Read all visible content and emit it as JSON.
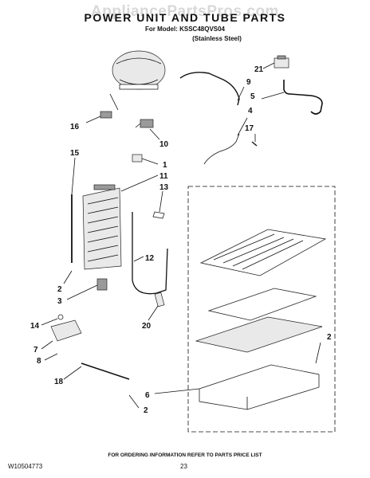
{
  "watermark": "AppliancePartsPros.com",
  "header": {
    "title": "POWER UNIT AND TUBE PARTS",
    "model": "For Model: KSSC48QVS04",
    "variant": "(Stainless Steel)"
  },
  "callouts": [
    {
      "id": "c21",
      "text": "21"
    },
    {
      "id": "c9",
      "text": "9"
    },
    {
      "id": "c5",
      "text": "5"
    },
    {
      "id": "c4",
      "text": "4"
    },
    {
      "id": "c17",
      "text": "17"
    },
    {
      "id": "c16",
      "text": "16"
    },
    {
      "id": "c10",
      "text": "10"
    },
    {
      "id": "c15",
      "text": "15"
    },
    {
      "id": "c1",
      "text": "1"
    },
    {
      "id": "c11",
      "text": "11"
    },
    {
      "id": "c13",
      "text": "13"
    },
    {
      "id": "c12",
      "text": "12"
    },
    {
      "id": "c2a",
      "text": "2"
    },
    {
      "id": "c3",
      "text": "3"
    },
    {
      "id": "c20",
      "text": "20"
    },
    {
      "id": "c14",
      "text": "14"
    },
    {
      "id": "c7",
      "text": "7"
    },
    {
      "id": "c8",
      "text": "8"
    },
    {
      "id": "c18",
      "text": "18"
    },
    {
      "id": "c6",
      "text": "6"
    },
    {
      "id": "c2b",
      "text": "2"
    },
    {
      "id": "c2c",
      "text": "2"
    }
  ],
  "footer": {
    "note": "FOR ORDERING INFORMATION REFER TO PARTS PRICE LIST",
    "doc_number": "W10504773",
    "page": "23"
  }
}
